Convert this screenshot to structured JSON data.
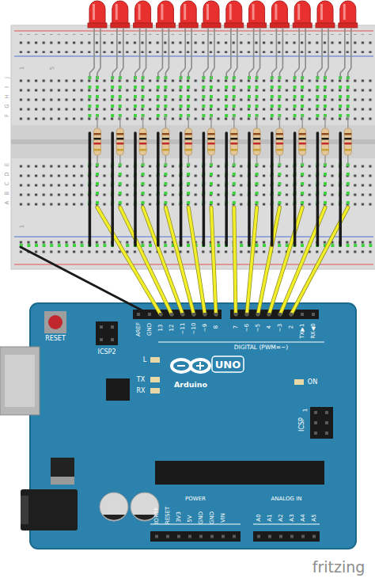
{
  "diagram": {
    "labels": [
      "J",
      "I",
      "H",
      "G",
      "F",
      "E",
      "D",
      "C",
      "B",
      "A",
      "1",
      "5",
      "1",
      "RESET",
      "ICSP2",
      "AREF",
      "GND",
      "13",
      "12",
      "~11",
      "~10",
      "~9",
      "8",
      "7",
      "~6",
      "~5",
      "4",
      "~3",
      "2",
      "TX▶1",
      "RX◀0",
      "DIGITAL (PWM=~)",
      "L",
      "TX",
      "RX",
      "UNO",
      "Arduino",
      "ON",
      "1",
      "ICSP",
      "IOREF",
      "RESET",
      "3V3",
      "5V",
      "GND",
      "GND",
      "VIN",
      "POWER",
      "ANALOG IN",
      "A0",
      "A1",
      "A2",
      "A3",
      "A4",
      "A5",
      "fritzing"
    ]
  }
}
